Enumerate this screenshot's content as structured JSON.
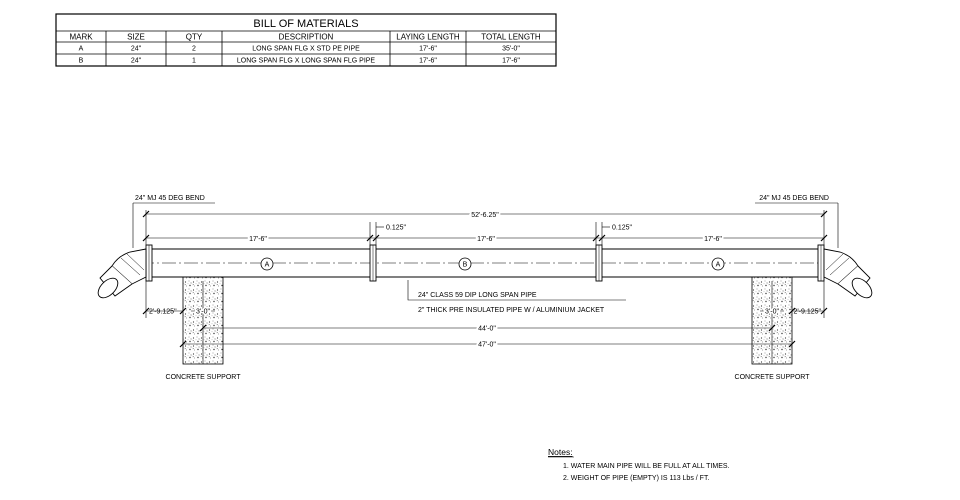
{
  "bom": {
    "title": "BILL OF MATERIALS",
    "headers": [
      "MARK",
      "SIZE",
      "QTY",
      "DESCRIPTION",
      "LAYING LENGTH",
      "TOTAL LENGTH"
    ],
    "rows": [
      [
        "A",
        "24\"",
        "2",
        "LONG SPAN FLG X STD PE PIPE",
        "17'-6\"",
        "35'-0\""
      ],
      [
        "B",
        "24\"",
        "1",
        "LONG SPAN FLG X LONG SPAN FLG PIPE",
        "17'-6\"",
        "17'-6\""
      ]
    ]
  },
  "drawing": {
    "bend_left": "24\" MJ 45 DEG BEND",
    "bend_right": "24\" MJ 45 DEG BEND",
    "overall_length": "52'-6.25\"",
    "segment_lengths": [
      "17'-6\"",
      "17'-6\"",
      "17'-6\""
    ],
    "gap_left": "0.125\"",
    "gap_right": "0.125\"",
    "marks": [
      "A",
      "B",
      "A"
    ],
    "pipe_note_1": "24\" CLASS 59 DIP LONG SPAN PIPE",
    "pipe_note_2": "2\" THICK PRE INSULATED PIPE W / ALUMINIUM JACKET",
    "offset_left": "2'-9.125\"",
    "offset_right": "2'-9.125\"",
    "support_width_left": "3'-0\"",
    "support_width_right": "3'-0\"",
    "span_inner": "44'-0\"",
    "span_outer": "47'-0\"",
    "support_left": "CONCRETE SUPPORT",
    "support_right": "CONCRETE SUPPORT"
  },
  "notes": {
    "title": "Notes:",
    "items": [
      "1. WATER MAIN PIPE WILL BE FULL AT ALL TIMES.",
      "2. WEIGHT OF PIPE (EMPTY) IS 113 Lbs / FT."
    ]
  }
}
